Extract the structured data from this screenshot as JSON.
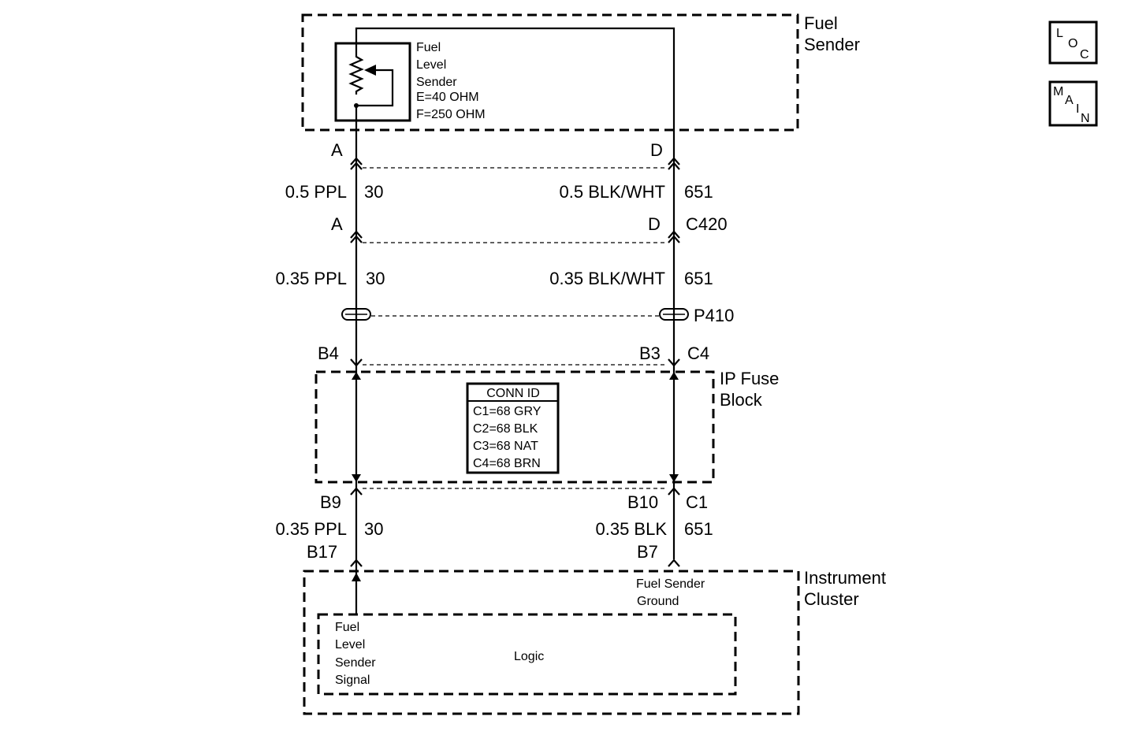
{
  "fuel_sender": {
    "label_1": "Fuel",
    "label_2": "Sender",
    "sensor_lines": [
      "Fuel",
      "Level",
      "Sender",
      "E=40 OHM",
      "F=250 OHM"
    ]
  },
  "nav_buttons": {
    "loc": [
      "L",
      "O",
      "C"
    ],
    "main": [
      "M",
      "A",
      "I",
      "N"
    ]
  },
  "connector_1": {
    "left_pin": "A",
    "right_pin": "D"
  },
  "wire_segment_1": {
    "left_size_color": "0.5 PPL",
    "left_circuit": "30",
    "right_size_color": "0.5 BLK/WHT",
    "right_circuit": "651"
  },
  "connector_2": {
    "left_pin": "A",
    "right_pin": "D",
    "name": "C420"
  },
  "wire_segment_2": {
    "left_size_color": "0.35 PPL",
    "left_circuit": "30",
    "right_size_color": "0.35 BLK/WHT",
    "right_circuit": "651"
  },
  "passthrough": {
    "name": "P410"
  },
  "connector_3": {
    "left_pin": "B4",
    "right_pin": "B3",
    "name": "C4"
  },
  "ip_fuse_block": {
    "label_1": "IP Fuse",
    "label_2": "Block",
    "conn_id_title": "CONN ID",
    "conn_id_rows": [
      "C1=68 GRY",
      "C2=68 BLK",
      "C3=68 NAT",
      "C4=68 BRN"
    ]
  },
  "connector_4": {
    "left_pin": "B9",
    "right_pin": "B10",
    "name": "C1"
  },
  "wire_segment_3": {
    "left_size_color": "0.35 PPL",
    "left_circuit": "30",
    "right_size_color": "0.35 BLK",
    "right_circuit": "651"
  },
  "connector_5": {
    "left_pin": "B17",
    "right_pin": "B7"
  },
  "instrument_cluster": {
    "label_1": "Instrument",
    "label_2": "Cluster",
    "ground_lines": [
      "Fuel Sender",
      "Ground"
    ],
    "signal_lines": [
      "Fuel",
      "Level",
      "Sender",
      "Signal"
    ],
    "logic_label": "Logic"
  }
}
